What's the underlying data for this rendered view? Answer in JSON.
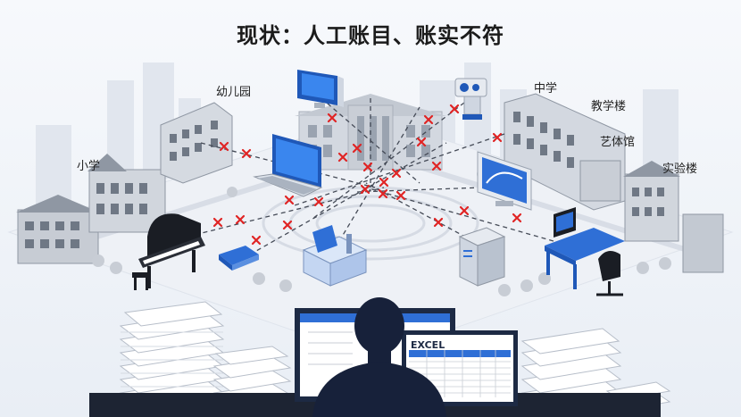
{
  "title": "现状：人工账目、账实不符",
  "labels": {
    "kindergarten": "幼儿园",
    "primary": "小学",
    "middle": "中学",
    "teaching": "教学楼",
    "art": "艺体馆",
    "lab": "实验楼"
  },
  "screen_label": "EXCEL",
  "colors": {
    "accent_blue": "#2f6fd6",
    "cross_red": "#e02424",
    "building_gray": "#c9ced6"
  }
}
